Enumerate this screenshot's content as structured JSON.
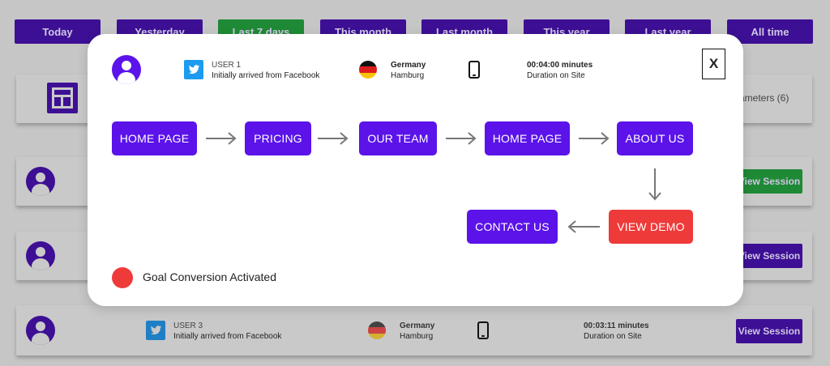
{
  "filters": [
    "Today",
    "Yesterday",
    "Last 7 days",
    "This month",
    "Last month",
    "This year",
    "Last year",
    "All time"
  ],
  "active_filter": "Last 7 days",
  "background": {
    "parameters_label": "ameters (6)",
    "view_session_label": "View Session",
    "user3": {
      "user": "USER 3",
      "arrived": "Initially arrived from Facebook",
      "country": "Germany",
      "city": "Hamburg",
      "duration": "00:03:11 minutes",
      "duration_label": "Duration on Site"
    }
  },
  "modal": {
    "user": "USER 1",
    "arrived": "Initially arrived from Facebook",
    "country": "Germany",
    "city": "Hamburg",
    "duration": "00:04:00 minutes",
    "duration_label": "Duration on Site",
    "close_label": "X",
    "steps": [
      "HOME PAGE",
      "PRICING",
      "OUR TEAM",
      "HOME PAGE",
      "ABOUT US",
      "VIEW DEMO",
      "CONTACT US"
    ],
    "goal_text": "Goal Conversion Activated"
  },
  "colors": {
    "accent": "#5b13ea",
    "accent_dim": "#3d0f94",
    "active_dim": "#1f8a36",
    "goal_red": "#ef3a3a",
    "twitter_blue": "#1d9bf0"
  },
  "icons": [
    "user-avatar-icon",
    "twitter-icon",
    "germany-flag-icon",
    "mobile-phone-icon",
    "layout-icon",
    "arrow-right-icon",
    "arrow-down-icon",
    "arrow-left-icon"
  ]
}
